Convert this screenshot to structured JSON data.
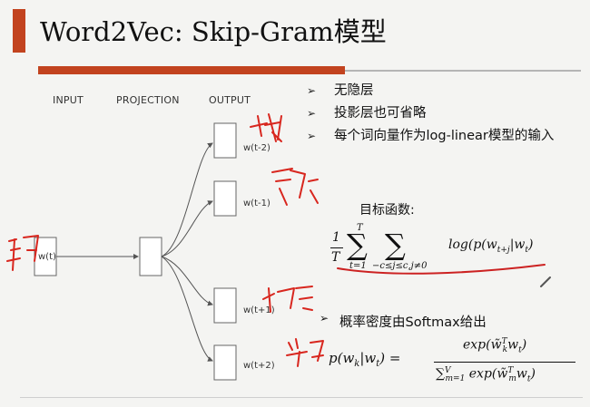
{
  "slide": {
    "title": "Word2Vec: Skip-Gram模型",
    "columns": {
      "input": "INPUT",
      "projection": "PROJECTION",
      "output": "OUTPUT"
    },
    "input_label": "w(t)",
    "output_labels": [
      "w(t-2)",
      "w(t-1)",
      "w(t+1)",
      "w(t+2)"
    ],
    "bullets": [
      "无隐层",
      "投影层也可省略",
      "每个词向量作为log-linear模型的输入"
    ],
    "objective_label": "目标函数:",
    "objective_formula": {
      "frac_num": "1",
      "frac_den": "T",
      "sum1_top": "T",
      "sum1_bottom": "t=1",
      "sum2_bottom": "−c≤j≤c,j≠0",
      "body": "log(p(w",
      "body_sub": "t+j",
      "body_mid": "|w",
      "body_sub2": "t",
      "body_end": ")"
    },
    "softmax_label": "概率密度由Softmax给出",
    "softmax_formula": {
      "lhs": "p(w",
      "lhs_sub": "k",
      "lhs_mid": "|w",
      "lhs_sub2": "t",
      "lhs_end": ") =",
      "num": "exp(w̃",
      "num_sup": "T",
      "num_sub": "k",
      "num_end": "w",
      "num_end_sub": "t",
      "num_close": ")",
      "den_sum": "∑",
      "den_sum_sup": "V",
      "den_sum_sub": "m=1",
      "den": "exp(w̃",
      "den_sup": "T",
      "den_sub": "m",
      "den_end": "w",
      "den_end_sub": "t",
      "den_close": ")"
    },
    "bullet_mark": "➢",
    "colors": {
      "accent": "#c2431f",
      "ink": "#d8261e",
      "underline": "#cc2222"
    }
  }
}
